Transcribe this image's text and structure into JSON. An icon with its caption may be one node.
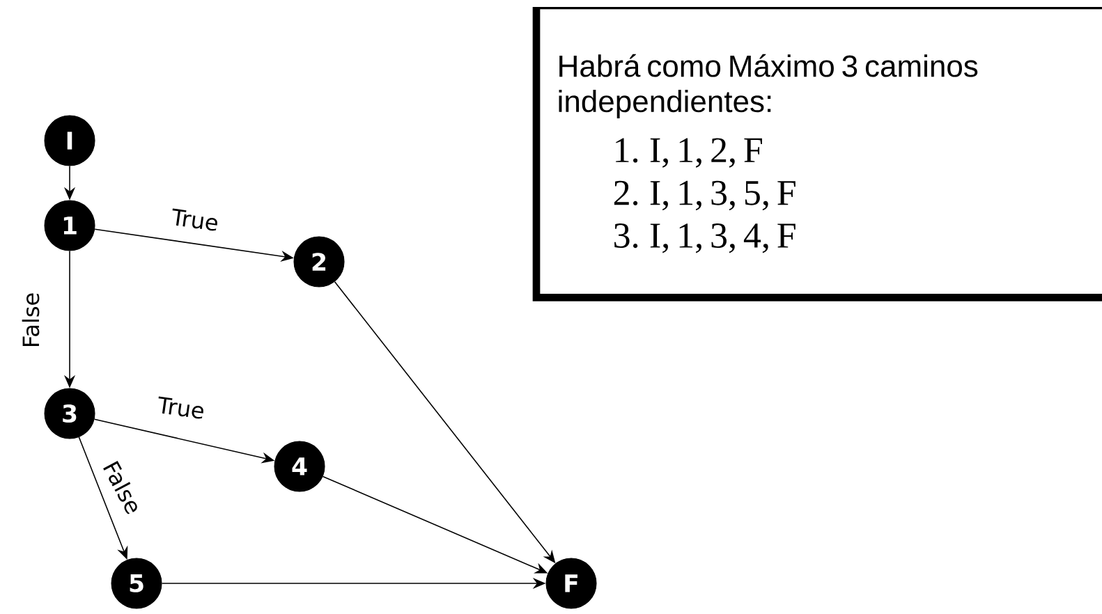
{
  "diagram": {
    "nodes": [
      {
        "text": [
          "I"
        ]
      },
      {
        "text": [
          "1"
        ]
      },
      {
        "text": [
          "2"
        ]
      },
      {
        "text": [
          "3"
        ]
      },
      {
        "text": [
          "4"
        ]
      },
      {
        "text": [
          "5"
        ]
      },
      {
        "text": [
          "F"
        ]
      },
      {
        "text": [
          "Habrá como Máximo 3 caminos independientes:",
          "1. I, 1, 2, F",
          "2. I, 1, 3, 5, F",
          "3. I, 1, 3, 4, F"
        ]
      }
    ],
    "edges": [
      {
        "from": 0,
        "to": 1,
        "arrow": "to"
      },
      {
        "from": 1,
        "to": 2,
        "arrow": "to",
        "label": "True"
      },
      {
        "from": 1,
        "to": 3,
        "arrow": "to",
        "label": "False"
      },
      {
        "from": 2,
        "to": 6,
        "arrow": "to"
      },
      {
        "from": 3,
        "to": 4,
        "arrow": "to",
        "label": "True"
      },
      {
        "from": 3,
        "to": 5,
        "arrow": "to",
        "label": "False"
      },
      {
        "from": 4,
        "to": 6,
        "arrow": "to"
      },
      {
        "from": 5,
        "to": 6,
        "arrow": "to"
      }
    ]
  }
}
